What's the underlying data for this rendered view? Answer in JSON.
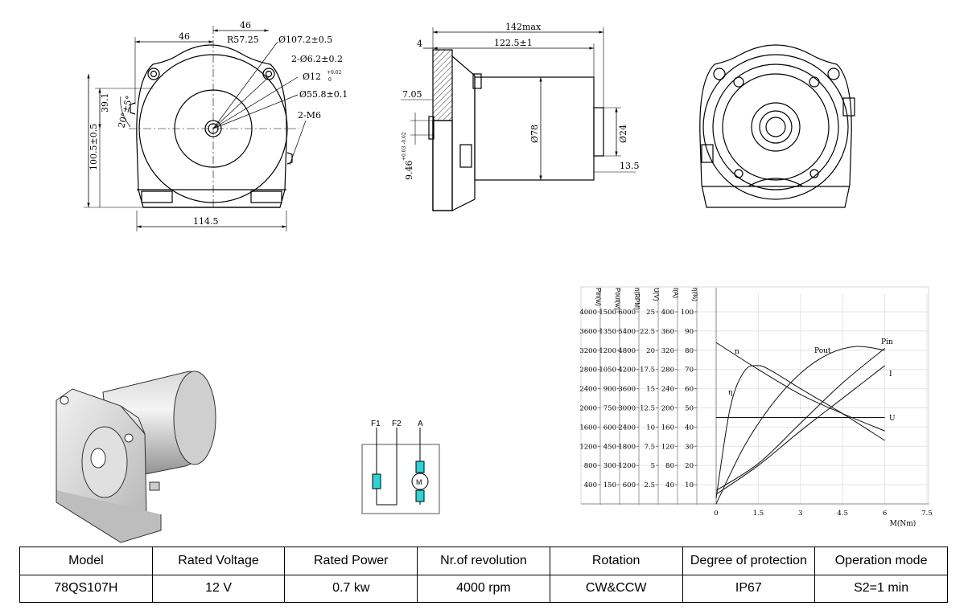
{
  "front_view": {
    "dims": {
      "w46a": "46",
      "w46b": "46",
      "r": "R57.25",
      "d107": "Ø107.2±0.5",
      "holes": "2-Ø6.2±0.2",
      "d12": "Ø12",
      "d12_tol_top": "+0.02",
      "d12_tol_bot": "0",
      "d55": "Ø55.8±0.1",
      "m6": "2-M6",
      "h39": "39.1",
      "ang": "20°±5°",
      "h100": "100.5±0.5",
      "w114": "114.5"
    }
  },
  "side_view": {
    "dims": {
      "max142": "142max",
      "four": "4",
      "l122": "122.5±1",
      "h705": "7.05",
      "d78": "Ø78",
      "d24": "Ø24",
      "l135": "13.5",
      "h946": "9.46",
      "h946_tol": "+0.03 -0.02"
    }
  },
  "wiring": {
    "terminals": [
      "F1",
      "F2",
      "A"
    ],
    "motor": "M"
  },
  "chart_data": {
    "type": "line",
    "x": {
      "label": "M(Nm)",
      "ticks": [
        "0",
        "1.5",
        "3",
        "4.5",
        "6",
        "7.5"
      ],
      "range": [
        0,
        7.5
      ]
    },
    "y_axes": [
      {
        "label": "Pin(w)",
        "ticks": [
          "400",
          "800",
          "1200",
          "1600",
          "2000",
          "2400",
          "2800",
          "3200",
          "3600",
          "4000"
        ]
      },
      {
        "label": "Pout(w)",
        "ticks": [
          "150",
          "300",
          "450",
          "600",
          "750",
          "900",
          "1050",
          "1200",
          "1350",
          "1500"
        ]
      },
      {
        "label": "n(RPM)",
        "ticks": [
          "600",
          "1200",
          "1800",
          "2400",
          "3000",
          "3600",
          "4200",
          "4800",
          "5400",
          "6000"
        ]
      },
      {
        "label": "U(V)",
        "ticks": [
          "2.5",
          "5",
          "7.5",
          "10",
          "12.5",
          "15",
          "17.5",
          "20",
          "22.5",
          "25"
        ]
      },
      {
        "label": "I(A)",
        "ticks": [
          "40",
          "80",
          "120",
          "160",
          "200",
          "240",
          "280",
          "320",
          "360",
          "400"
        ]
      },
      {
        "label": "η(%)",
        "ticks": [
          "10",
          "20",
          "30",
          "40",
          "50",
          "60",
          "70",
          "80",
          "90",
          "100"
        ]
      }
    ],
    "series": [
      {
        "name": "Pin",
        "x": [
          0,
          1.5,
          3,
          4.5,
          6
        ],
        "y": [
          7,
          21,
          42,
          63,
          81
        ]
      },
      {
        "name": "Pout",
        "x": [
          0,
          1,
          2,
          3,
          4,
          5,
          6
        ],
        "y": [
          0,
          30,
          52,
          68,
          78,
          82,
          80
        ]
      },
      {
        "name": "I",
        "x": [
          0,
          1.5,
          3,
          4.5,
          6
        ],
        "y": [
          5,
          20,
          38,
          55,
          72
        ]
      },
      {
        "name": "n",
        "x": [
          0,
          1.5,
          3,
          4.5,
          6
        ],
        "y": [
          84,
          70,
          57,
          47,
          38
        ]
      },
      {
        "name": "η",
        "x": [
          0,
          0.5,
          1,
          1.5,
          2,
          3,
          4.5,
          6
        ],
        "y": [
          3,
          50,
          69,
          72,
          69,
          60,
          47,
          33
        ]
      },
      {
        "name": "U",
        "x": [
          0,
          6
        ],
        "y": [
          45,
          45
        ]
      }
    ]
  },
  "spec_table": {
    "headers": [
      "Model",
      "Rated Voltage",
      "Rated Power",
      "Nr.of revolution",
      "Rotation",
      "Degree of protection",
      "Operation mode"
    ],
    "values": [
      "78QS107H",
      "12 V",
      "0.7 kw",
      "4000 rpm",
      "CW&CCW",
      "IP67",
      "S2=1 min"
    ]
  }
}
